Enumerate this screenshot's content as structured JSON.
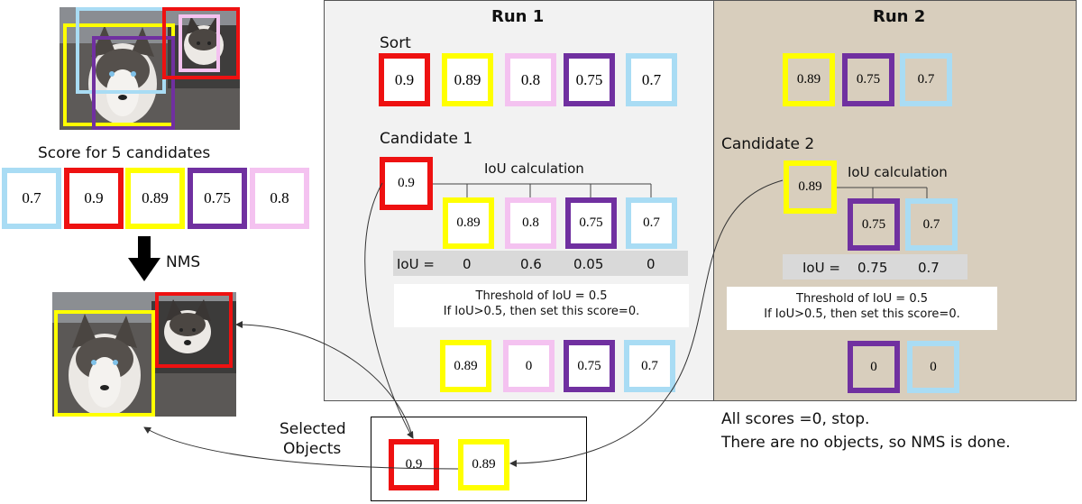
{
  "colors": {
    "red": "#ee1111",
    "yellow": "#ffff00",
    "pink": "#f4c2f0",
    "purple": "#7030a0",
    "lightblue": "#a9dcf4",
    "run1_bg": "#f2f2f2",
    "run2_bg": "#d8cebd",
    "iou_bar": "#d9d9d9"
  },
  "left": {
    "score_title": "Score for 5 candidates",
    "candidates": [
      "0.7",
      "0.9",
      "0.89",
      "0.75",
      "0.8"
    ],
    "nms_label": "NMS"
  },
  "run1": {
    "title": "Run 1",
    "sort_label": "Sort",
    "sorted": [
      "0.9",
      "0.89",
      "0.8",
      "0.75",
      "0.7"
    ],
    "candidate_label": "Candidate 1",
    "candidate_value": "0.9",
    "iou_label": "IoU calculation",
    "compared": [
      "0.89",
      "0.8",
      "0.75",
      "0.7"
    ],
    "iou_row_label": "IoU =",
    "iou_values": [
      "0",
      "0.6",
      "0.05",
      "0"
    ],
    "threshold_line1": "Threshold of IoU = 0.5",
    "threshold_line2": "If IoU>0.5, then set this score=0.",
    "result": [
      "0.89",
      "0",
      "0.75",
      "0.7"
    ]
  },
  "run2": {
    "title": "Run 2",
    "sorted": [
      "0.89",
      "0.75",
      "0.7"
    ],
    "candidate_label": "Candidate 2",
    "candidate_value": "0.89",
    "iou_label": "IoU calculation",
    "compared": [
      "0.75",
      "0.7"
    ],
    "iou_row_label": "IoU =",
    "iou_values": [
      "0.75",
      "0.7"
    ],
    "threshold_line1": "Threshold of IoU = 0.5",
    "threshold_line2": "If IoU>0.5, then set this score=0.",
    "result": [
      "0",
      "0"
    ]
  },
  "selected": {
    "label_line1": "Selected",
    "label_line2": "Objects",
    "values": [
      "0.9",
      "0.89"
    ]
  },
  "conclusion": {
    "line1": "All scores =0, stop.",
    "line2": "There are no objects, so NMS is done."
  }
}
